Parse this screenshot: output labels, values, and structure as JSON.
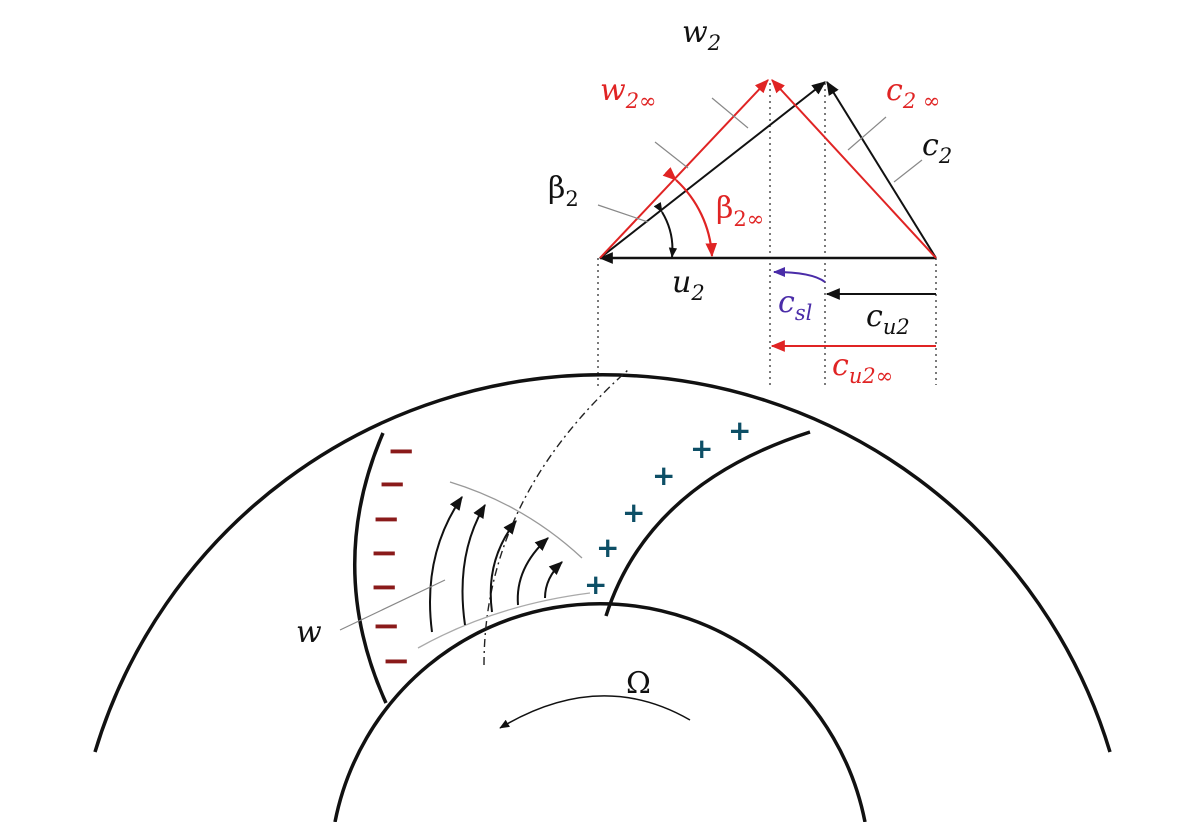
{
  "colors": {
    "black": "#111111",
    "red": "#e02424",
    "purple": "#4a2ca8",
    "teal": "#0d4f66",
    "maroon": "#8a1a1a",
    "gray": "#9a9a9a"
  },
  "labels": {
    "w2": {
      "base": "w",
      "sub": "2"
    },
    "w2inf": {
      "base": "w",
      "sub": "2∞"
    },
    "c2inf": {
      "base": "c",
      "sub": "2 ∞"
    },
    "c2": {
      "base": "c",
      "sub": "2"
    },
    "beta2": {
      "base": "β",
      "sub": "2"
    },
    "beta2inf": {
      "base": "β",
      "sub": "2∞"
    },
    "u2": {
      "base": "u",
      "sub": "2"
    },
    "csl": {
      "base": "c",
      "sub": "sl"
    },
    "cu2": {
      "base": "c",
      "sub": "u2"
    },
    "cu2inf": {
      "base": "c",
      "sub": "u2∞"
    },
    "w": "w",
    "omega": "Ω"
  },
  "signs": {
    "pressure_side": "+",
    "suction_side": "−"
  }
}
